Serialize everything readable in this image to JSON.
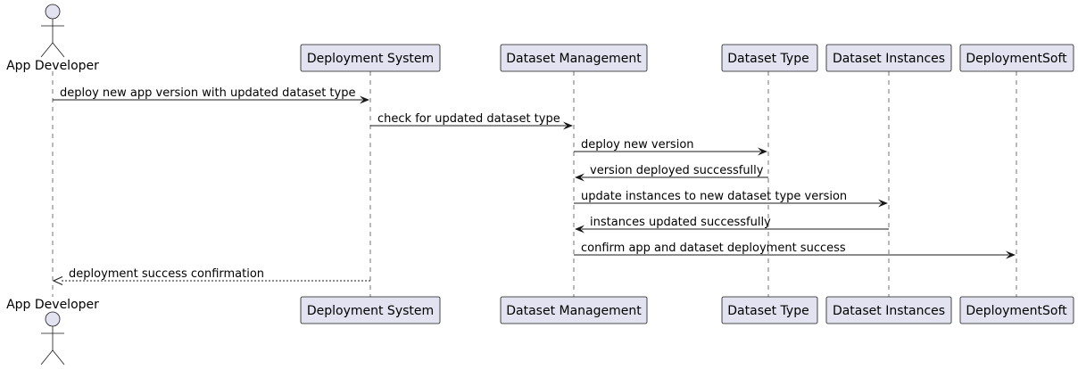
{
  "participants": [
    {
      "id": "dev",
      "label": "App Developer",
      "kind": "actor"
    },
    {
      "id": "deploy",
      "label": "Deployment System",
      "kind": "participant"
    },
    {
      "id": "dsm",
      "label": "Dataset Management",
      "kind": "participant"
    },
    {
      "id": "dst",
      "label": "Dataset Type",
      "kind": "participant"
    },
    {
      "id": "dsi",
      "label": "Dataset Instances",
      "kind": "participant"
    },
    {
      "id": "dsoft",
      "label": "DeploymentSoft",
      "kind": "participant"
    }
  ],
  "messages": [
    {
      "from": "dev",
      "to": "deploy",
      "label": "deploy new app version with updated dataset type",
      "style": "solid"
    },
    {
      "from": "deploy",
      "to": "dsm",
      "label": "check for updated dataset type",
      "style": "solid"
    },
    {
      "from": "dsm",
      "to": "dst",
      "label": "deploy new version",
      "style": "solid"
    },
    {
      "from": "dst",
      "to": "dsm",
      "label": "version deployed successfully",
      "style": "solid"
    },
    {
      "from": "dsm",
      "to": "dsi",
      "label": "update instances to new dataset type version",
      "style": "solid"
    },
    {
      "from": "dsi",
      "to": "dsm",
      "label": "instances updated successfully",
      "style": "solid"
    },
    {
      "from": "dsm",
      "to": "dsoft",
      "label": "confirm app and dataset deployment success",
      "style": "solid"
    },
    {
      "from": "deploy",
      "to": "dev",
      "label": "deployment success confirmation",
      "style": "dashed"
    }
  ]
}
